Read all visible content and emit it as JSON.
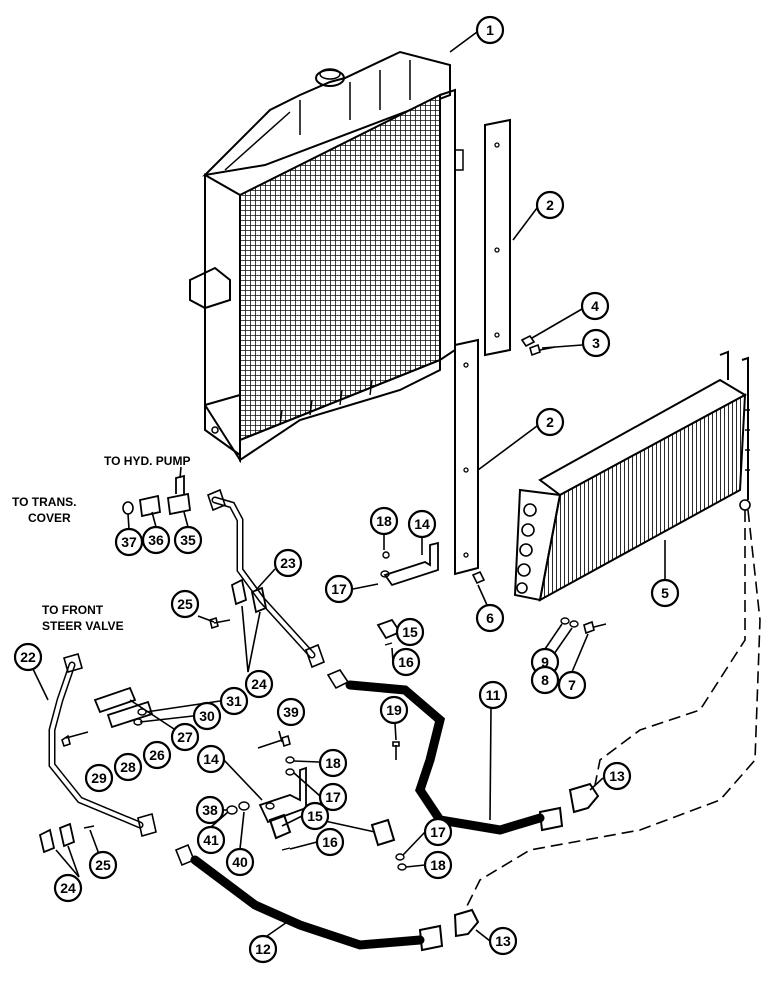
{
  "notes": {
    "hyd_pump": "TO HYD. PUMP",
    "trans_line1": "TO TRANS.",
    "trans_line2": "COVER",
    "front_line1": "TO FRONT",
    "front_line2": "STEER VALVE"
  },
  "callouts": [
    "1",
    "2",
    "2",
    "4",
    "3",
    "5",
    "6",
    "14",
    "18",
    "17",
    "15",
    "16",
    "9",
    "8",
    "7",
    "23",
    "25",
    "24",
    "31",
    "30",
    "27",
    "26",
    "28",
    "29",
    "22",
    "39",
    "14",
    "18",
    "17",
    "19",
    "11",
    "13",
    "38",
    "41",
    "40",
    "15",
    "16",
    "17",
    "18",
    "24",
    "25",
    "12",
    "13",
    "37",
    "36",
    "35"
  ]
}
